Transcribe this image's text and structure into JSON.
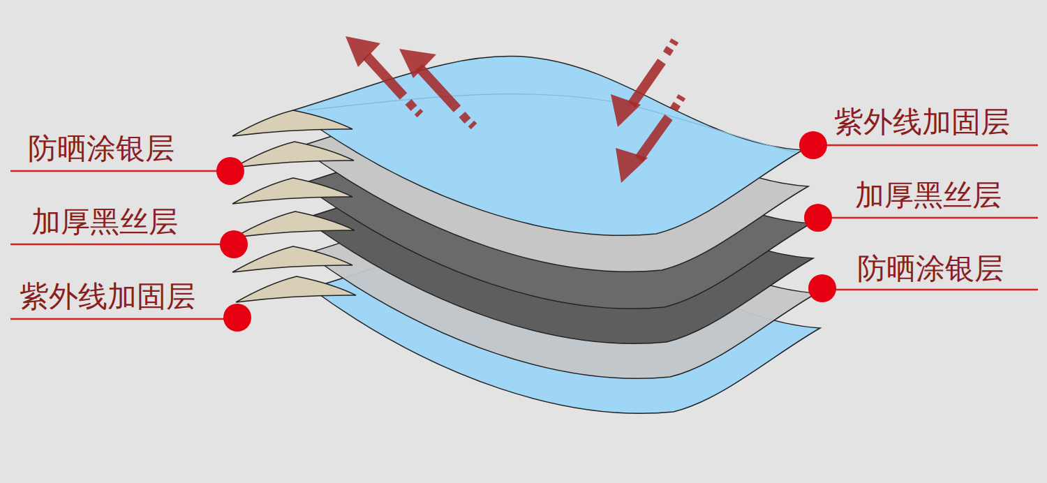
{
  "diagram": {
    "labels": [
      "紫外线加固层",
      "防晒涂银层",
      "加厚黑丝层",
      "加厚黑丝层",
      "防晒涂银层",
      "紫外线加固层"
    ]
  }
}
